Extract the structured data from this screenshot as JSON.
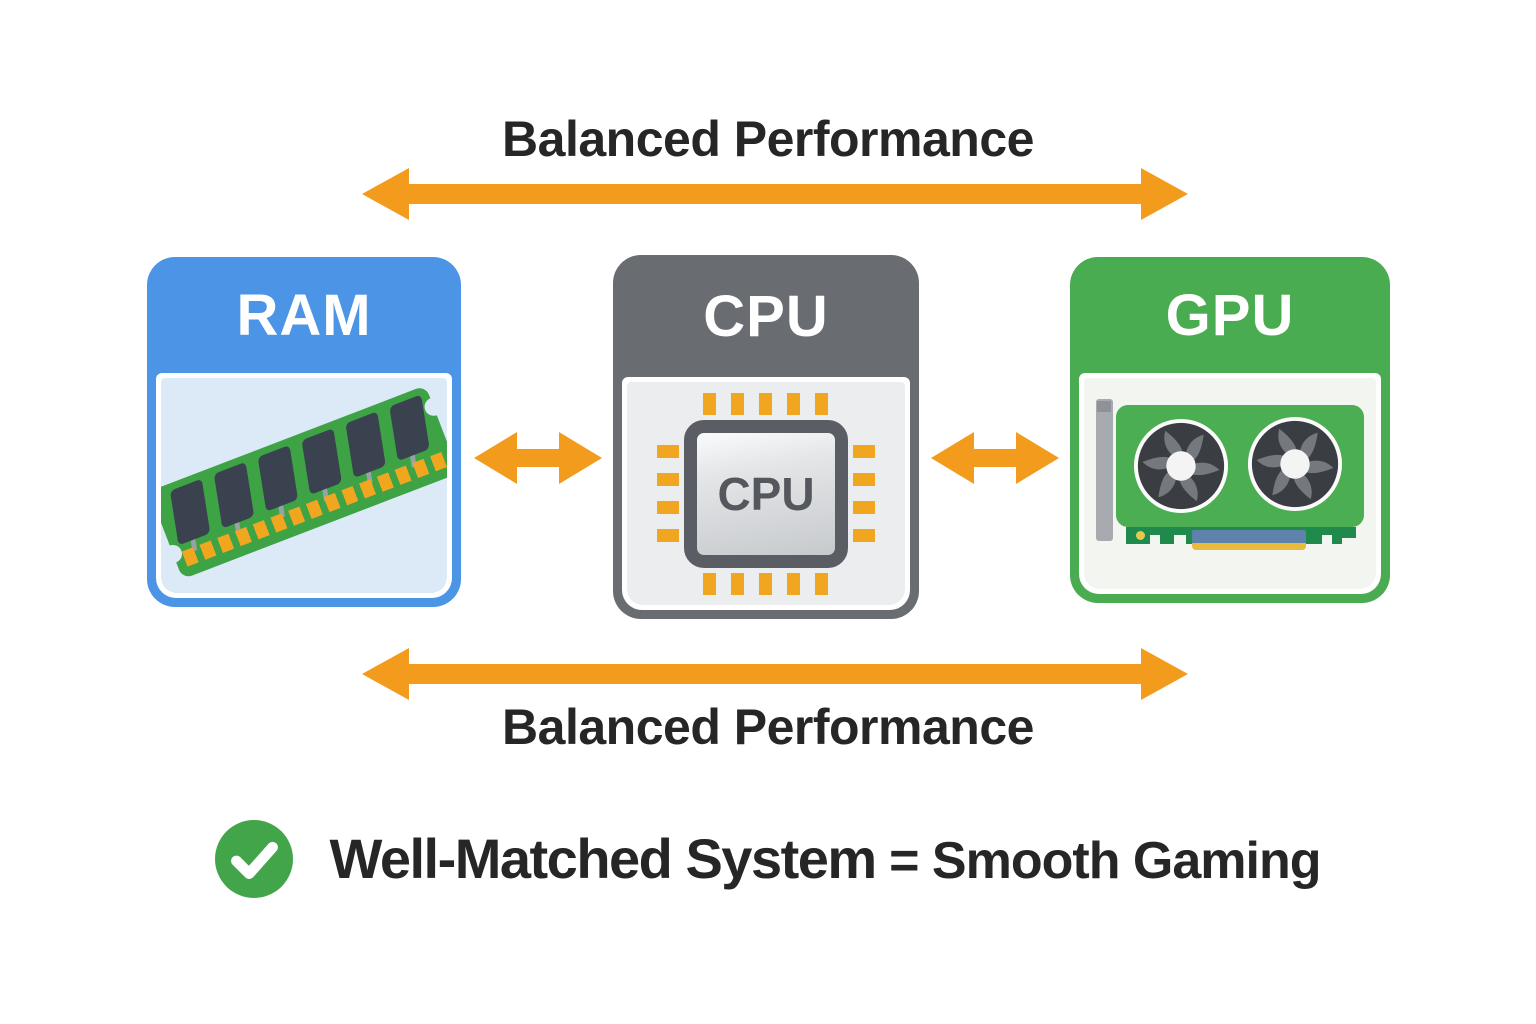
{
  "colors": {
    "arrow_orange": "#F39B1D",
    "ram_blue": "#4B94E6",
    "ram_body": "#DCE9F7",
    "cpu_gray": "#696C71",
    "cpu_body": "#EBEDEF",
    "gpu_green": "#4AAC50",
    "gpu_body": "#F3F5F0",
    "pin_orange": "#F1A61F",
    "check_green": "#42A54A",
    "text_dark": "#262626"
  },
  "diagram": {
    "top_label": "Balanced Performance",
    "bottom_label": "Balanced Performance",
    "boxes": {
      "ram": {
        "label": "RAM"
      },
      "cpu": {
        "label": "CPU",
        "chip_label": "CPU"
      },
      "gpu": {
        "label": "GPU"
      }
    }
  },
  "footer": {
    "headline_main": "Well-Matched System",
    "headline_rest": " = Smooth Gaming"
  }
}
